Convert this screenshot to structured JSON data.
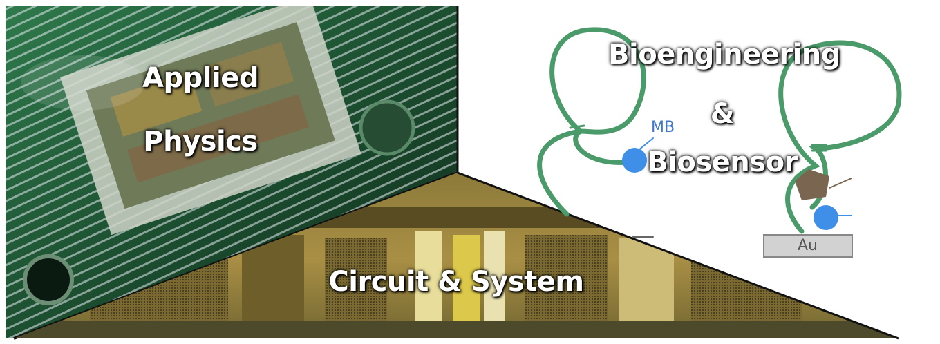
{
  "labels": {
    "applied_line1": "Applied",
    "applied_line2": "Physics",
    "bio_line1": "Bioengineering",
    "bio_line2": "&",
    "bio_line3": "Biosensor",
    "circuit": "Circuit & System",
    "mb": "MB",
    "au": "Au"
  },
  "colors": {
    "strand": "#4a9a6a",
    "bead": "#3f8ee8",
    "pentagon": "#7a6650",
    "au_fill": "#d2d2d2",
    "chip_gold": "#b89a44",
    "pcb_green": "#1f5a34"
  }
}
